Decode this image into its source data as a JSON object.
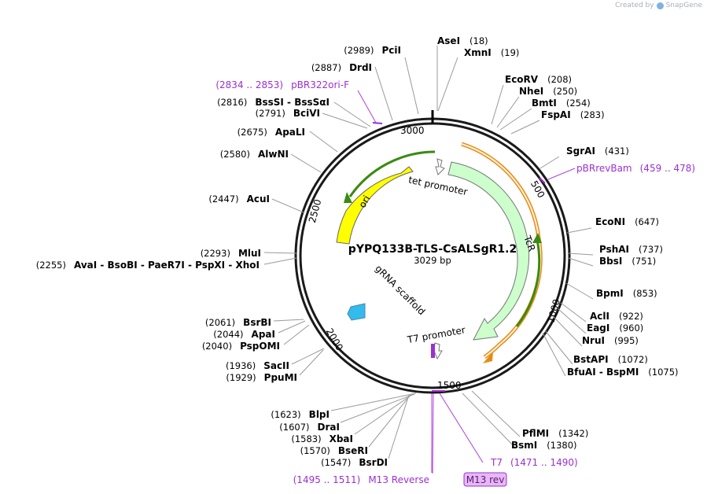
{
  "credit": {
    "prefix": "Created by",
    "brand": "SnapGene",
    "icon": "snapgene-logo-icon"
  },
  "plasmid": {
    "name": "pYPQ133B-TLS-CsALSgR1.2",
    "size_label": "3029 bp",
    "length": 3029
  },
  "ticks": [
    "500",
    "1000",
    "1500",
    "2000",
    "2500",
    "3000"
  ],
  "sites": [
    {
      "name": "AseI",
      "pos": "(18)"
    },
    {
      "name": "XmnI",
      "pos": "(19)"
    },
    {
      "name": "EcoRV",
      "pos": "(208)"
    },
    {
      "name": "NheI",
      "pos": "(250)"
    },
    {
      "name": "BmtI",
      "pos": "(254)"
    },
    {
      "name": "FspAI",
      "pos": "(283)"
    },
    {
      "name": "SgrAI",
      "pos": "(431)"
    },
    {
      "name": "EcoNI",
      "pos": "(647)"
    },
    {
      "name": "PshAI",
      "pos": "(737)"
    },
    {
      "name": "BbsI",
      "pos": "(751)"
    },
    {
      "name": "BpmI",
      "pos": "(853)"
    },
    {
      "name": "AclI",
      "pos": "(922)"
    },
    {
      "name": "EagI",
      "pos": "(960)"
    },
    {
      "name": "NruI",
      "pos": "(995)"
    },
    {
      "name": "BstAPI",
      "pos": "(1072)"
    },
    {
      "name": "BfuAI  -  BspMI",
      "pos": "(1075)"
    },
    {
      "name": "PflMI",
      "pos": "(1342)"
    },
    {
      "name": "BsmI",
      "pos": "(1380)"
    },
    {
      "name": "BsrDI",
      "pos": "(1547)"
    },
    {
      "name": "BseRI",
      "pos": "(1570)"
    },
    {
      "name": "XbaI",
      "pos": "(1583)"
    },
    {
      "name": "DraI",
      "pos": "(1607)"
    },
    {
      "name": "BlpI",
      "pos": "(1623)"
    },
    {
      "name": "PpuMI",
      "pos": "(1929)"
    },
    {
      "name": "SacII",
      "pos": "(1936)"
    },
    {
      "name": "PspOMI",
      "pos": "(2040)"
    },
    {
      "name": "ApaI",
      "pos": "(2044)"
    },
    {
      "name": "BsrBI",
      "pos": "(2061)"
    },
    {
      "name": "AvaI  -  BsoBI  -  PaeR7I  -  PspXI  -  XhoI",
      "pos": "(2255)"
    },
    {
      "name": "MluI",
      "pos": "(2293)"
    },
    {
      "name": "AcuI",
      "pos": "(2447)"
    },
    {
      "name": "AlwNI",
      "pos": "(2580)"
    },
    {
      "name": "ApaLI",
      "pos": "(2675)"
    },
    {
      "name": "BciVI",
      "pos": "(2791)"
    },
    {
      "name": "BssSI  -  BssSαI",
      "pos": "(2816)"
    },
    {
      "name": "DrdI",
      "pos": "(2887)"
    },
    {
      "name": "PciI",
      "pos": "(2989)"
    }
  ],
  "primers": [
    {
      "name": "pBR322ori-F",
      "range": "(2834 .. 2853)"
    },
    {
      "name": "pBRrevBam",
      "range": "(459 .. 478)"
    },
    {
      "name": "T7",
      "range": "(1471 .. 1490)"
    },
    {
      "name": "M13 Reverse",
      "range": "(1495 .. 1511)"
    },
    {
      "name": "M13 rev",
      "range": ""
    }
  ],
  "features": [
    {
      "name": "ori",
      "color": "#ffff00"
    },
    {
      "name": "tet promoter",
      "color": "#ffffff"
    },
    {
      "name": "TcR",
      "color": "#ccffcc"
    },
    {
      "name": "T7 promoter",
      "color": "#ffffff"
    },
    {
      "name": "gRNA scaffold",
      "color": "#33bbee"
    }
  ],
  "colors": {
    "backbone": "#1a1a1a",
    "orf_green": "#3a8a10",
    "orf_orange": "#e88a12",
    "primer": "#9b30d0",
    "leader": "#9a9a9a"
  }
}
